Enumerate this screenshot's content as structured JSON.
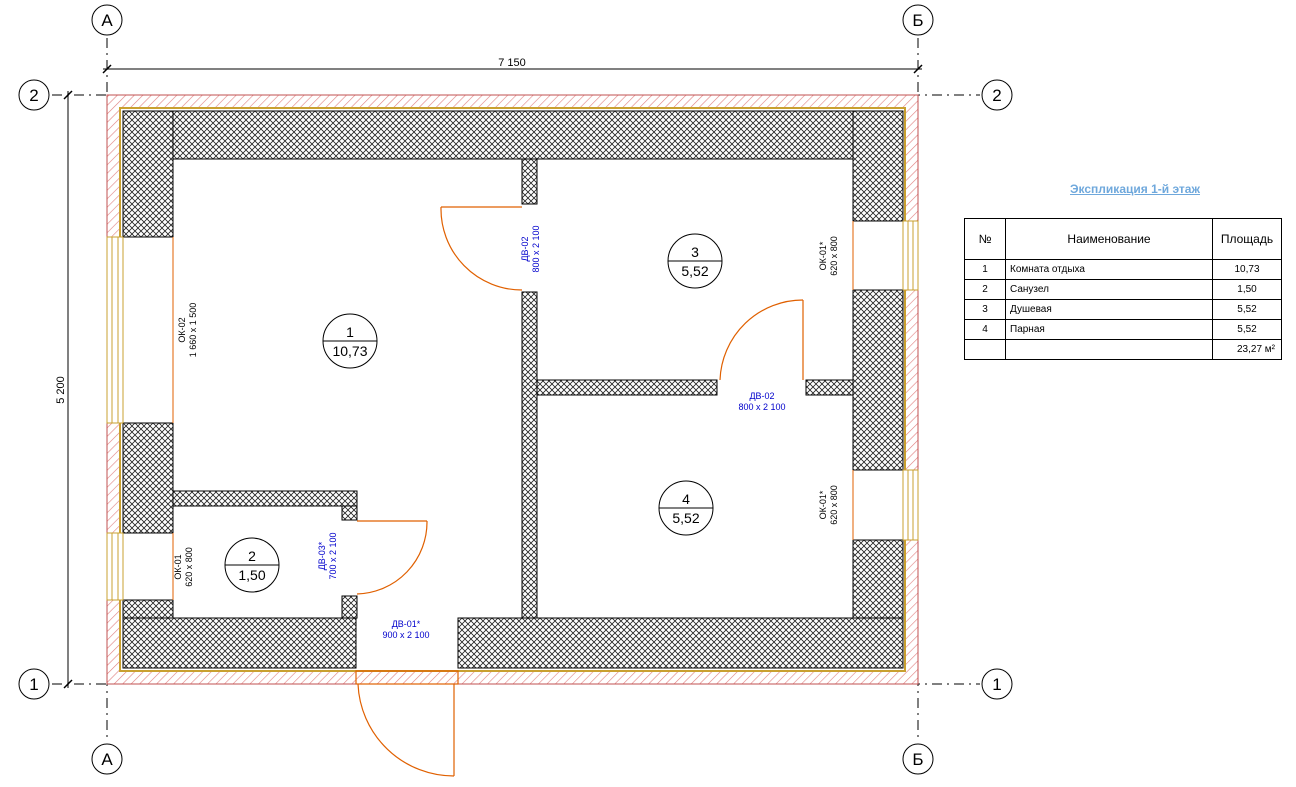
{
  "axes": {
    "col_a": "А",
    "col_b": "Б",
    "row_1": "1",
    "row_2": "2"
  },
  "dimensions": {
    "width": "7 150",
    "height": "5 200"
  },
  "rooms": [
    {
      "number": "1",
      "area": "10,73"
    },
    {
      "number": "2",
      "area": "1,50"
    },
    {
      "number": "3",
      "area": "5,52"
    },
    {
      "number": "4",
      "area": "5,52"
    }
  ],
  "windows": {
    "ok02": {
      "code": "ОК-02",
      "size": "1 660 х 1 500"
    },
    "ok01": {
      "code": "ОК-01",
      "size": "620 х 800"
    },
    "ok01_top": {
      "code": "ОК-01*",
      "size": "620 х 800"
    },
    "ok01_bottom": {
      "code": "ОК-01*",
      "size": "620 х 800"
    }
  },
  "doors": {
    "dv02_vertical": {
      "code": "ДВ-02",
      "size": "800 х 2 100"
    },
    "dv02_horizontal": {
      "code": "ДВ-02",
      "size": "800 х 2 100"
    },
    "dv03": {
      "code": "ДВ-03*",
      "size": "700 х 2 100"
    },
    "dv01": {
      "code": "ДВ-01*",
      "size": "900 х 2 100"
    }
  },
  "explication": {
    "title": "Экспликация 1-й этаж",
    "headers": {
      "num": "№",
      "name": "Наименование",
      "area": "Площадь"
    },
    "rows": [
      {
        "num": "1",
        "name": "Комната отдыха",
        "area": "10,73"
      },
      {
        "num": "2",
        "name": "Санузел",
        "area": "1,50"
      },
      {
        "num": "3",
        "name": "Душевая",
        "area": "5,52"
      },
      {
        "num": "4",
        "name": "Парная",
        "area": "5,52"
      }
    ],
    "total": "23,27 м²"
  },
  "colors": {
    "door_text": "#0000cc",
    "door_line": "#e06000",
    "legend_title": "#6fa8dc",
    "insulation_hatch": "#e08080"
  }
}
